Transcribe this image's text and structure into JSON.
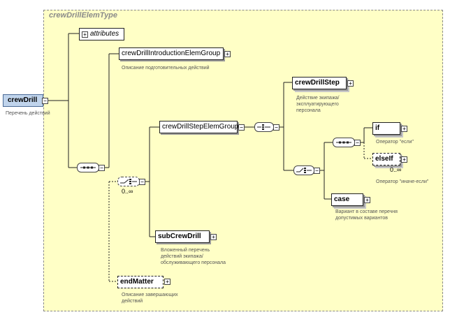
{
  "type_name": "crewDrillElemType",
  "root": {
    "name": "crewDrill",
    "note": "Перечень действий"
  },
  "attributes": {
    "label": "attributes"
  },
  "intro": {
    "name": "crewDrillIntroductionElemGroup",
    "note": "Описание подготовительных действий"
  },
  "step_group": {
    "name": "crewDrillStepElemGroup"
  },
  "choice_occurs": "0..∞",
  "step": {
    "name": "crewDrillStep",
    "note": "Действие экипажа/\nэксплуатирующего\nперсонала"
  },
  "if": {
    "name": "if",
    "note": "Оператор \"если\""
  },
  "elseif": {
    "name": "elseIf",
    "occurs": "0..∞",
    "note": "Оператор \"иначе-если\""
  },
  "case": {
    "name": "case",
    "note": "Вариант в составе перечня\nдопустимых вариантов"
  },
  "sub": {
    "name": "subCrewDrill",
    "note": "Вложенный перечень\nдействий экипажа/\nобслуживающего персонала"
  },
  "end": {
    "name": "endMatter",
    "note": "Описание завершающих\nдействий"
  },
  "colors": {
    "background": "#ffffc6",
    "root_fill": "#c0d4ec",
    "border": "#222222"
  }
}
